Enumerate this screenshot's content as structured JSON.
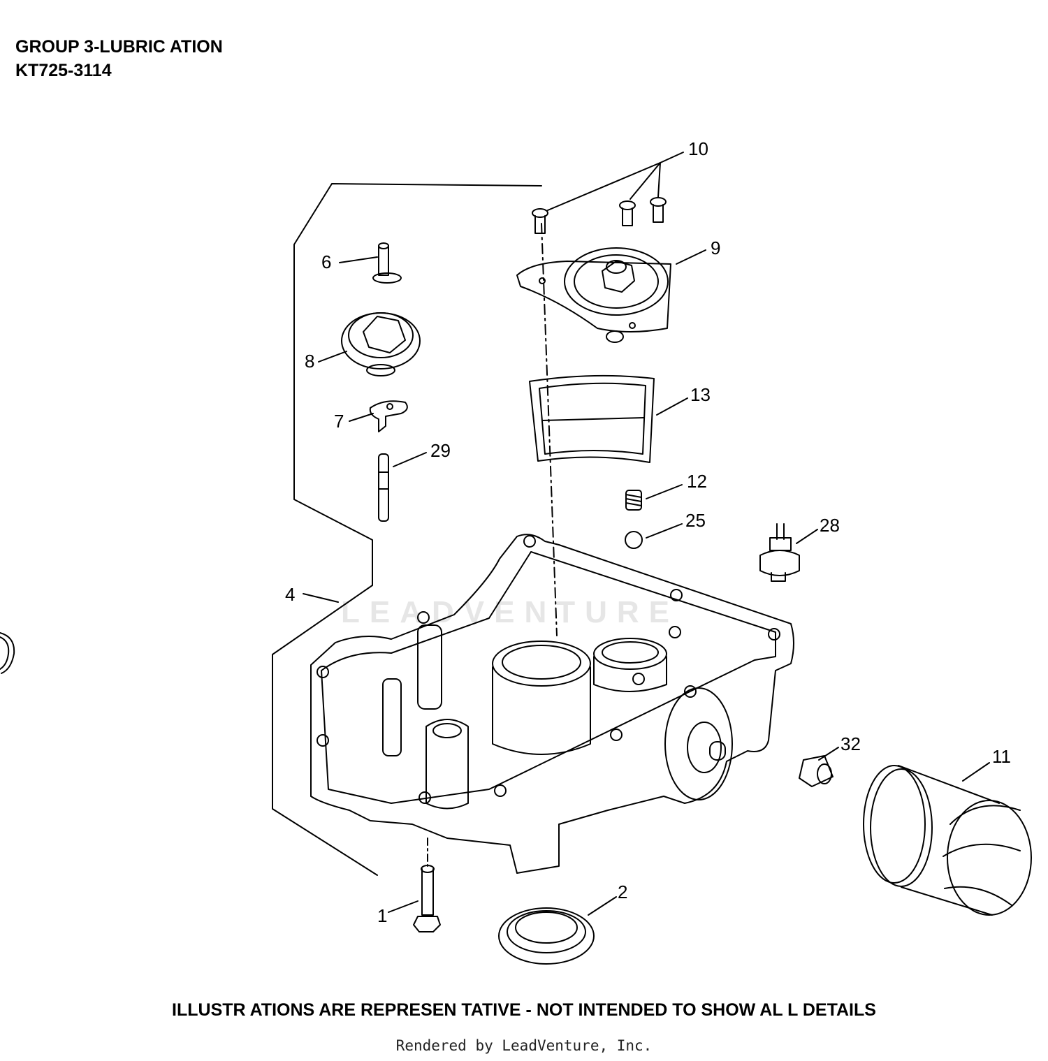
{
  "header": {
    "title": "GROUP 3-LUBRIC ATION",
    "model": "KT725-3114"
  },
  "diagram": {
    "callouts": [
      "1",
      "2",
      "4",
      "6",
      "7",
      "8",
      "9",
      "10",
      "11",
      "12",
      "13",
      "25",
      "28",
      "29",
      "32"
    ]
  },
  "watermark": "LEADVENTURE",
  "footer": {
    "note": "ILLUSTR ATIONS ARE REPRESEN  TATIVE - NOT INTENDED   TO SHOW  AL L DETAILS",
    "rendered_by": "Rendered by LeadVenture, Inc."
  }
}
